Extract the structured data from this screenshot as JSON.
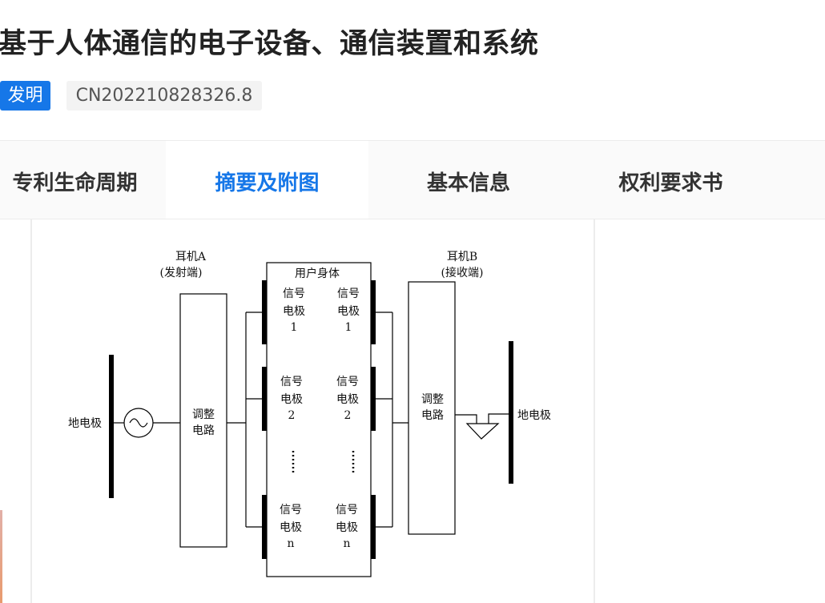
{
  "title": "基于人体通信的电子设备、通信装置和系统",
  "badges": {
    "type": "发明",
    "number": "CN202210828326.8"
  },
  "tabs": [
    "专利生命周期",
    "摘要及附图",
    "基本信息",
    "权利要求书"
  ],
  "active_tab": "摘要及附图",
  "figure": {
    "ground_left": "地电极",
    "ground_right": "地电极",
    "earphone_a": "耳机A",
    "earphone_a_role": "(发射端)",
    "earphone_b": "耳机B",
    "earphone_b_role": "(接收端)",
    "adjust_a": [
      "调整",
      "电路"
    ],
    "adjust_b": [
      "调整",
      "电路"
    ],
    "body": "用户身体",
    "electrodes": [
      [
        "信号",
        "电极",
        "1"
      ],
      [
        "信号",
        "电极",
        "2"
      ],
      [
        "信号",
        "电极",
        "n"
      ]
    ]
  }
}
